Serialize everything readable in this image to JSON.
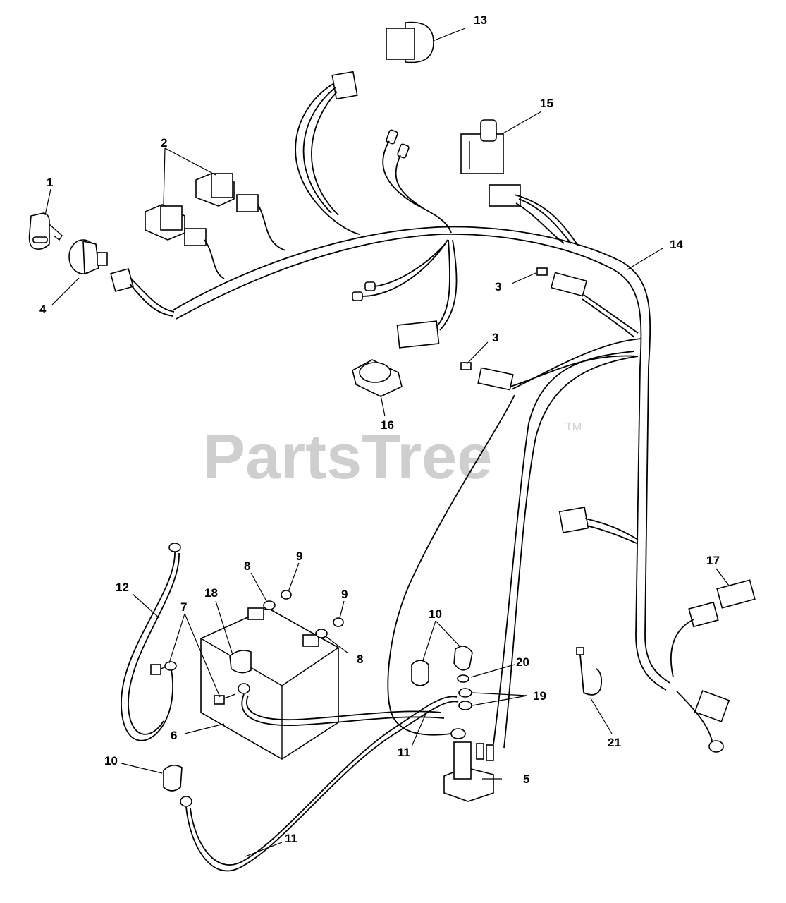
{
  "watermark": {
    "text": "PartsTree",
    "trademark": "TM"
  },
  "callouts": [
    {
      "id": "callout-1",
      "text": "1"
    },
    {
      "id": "callout-2",
      "text": "2"
    },
    {
      "id": "callout-3a",
      "text": "3"
    },
    {
      "id": "callout-3b",
      "text": "3"
    },
    {
      "id": "callout-4",
      "text": "4"
    },
    {
      "id": "callout-5",
      "text": "5"
    },
    {
      "id": "callout-6",
      "text": "6"
    },
    {
      "id": "callout-7",
      "text": "7"
    },
    {
      "id": "callout-8a",
      "text": "8"
    },
    {
      "id": "callout-8b",
      "text": "8"
    },
    {
      "id": "callout-9a",
      "text": "9"
    },
    {
      "id": "callout-9b",
      "text": "9"
    },
    {
      "id": "callout-10a",
      "text": "10"
    },
    {
      "id": "callout-10b",
      "text": "10"
    },
    {
      "id": "callout-11a",
      "text": "11"
    },
    {
      "id": "callout-11b",
      "text": "11"
    },
    {
      "id": "callout-12",
      "text": "12"
    },
    {
      "id": "callout-13",
      "text": "13"
    },
    {
      "id": "callout-14",
      "text": "14"
    },
    {
      "id": "callout-15",
      "text": "15"
    },
    {
      "id": "callout-16",
      "text": "16"
    },
    {
      "id": "callout-17",
      "text": "17"
    },
    {
      "id": "callout-18",
      "text": "18"
    },
    {
      "id": "callout-19",
      "text": "19"
    },
    {
      "id": "callout-20",
      "text": "20"
    },
    {
      "id": "callout-21",
      "text": "21"
    }
  ]
}
